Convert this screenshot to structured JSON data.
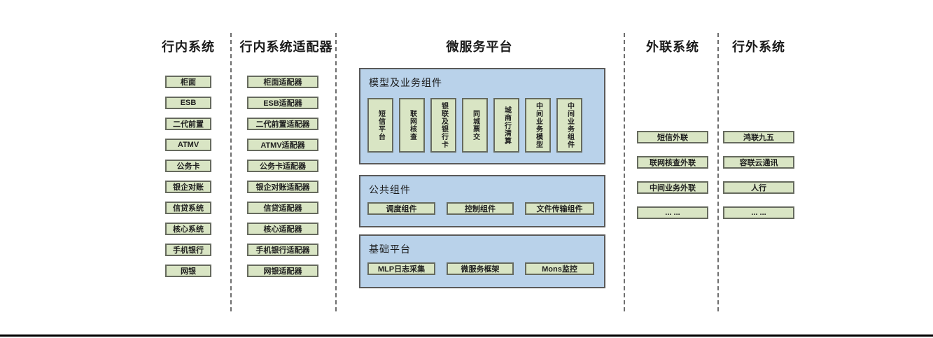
{
  "colors": {
    "panel_blue": "#b9d2ea",
    "box_green": "#d9e5c4",
    "box_border": "#666a5e",
    "panel_border": "#5a5a5a",
    "divider_gray": "#6e6e6e",
    "baseline_black": "#000000"
  },
  "columns": {
    "internal_systems": {
      "header": "行内系统",
      "items": [
        "柜面",
        "ESB",
        "二代前置",
        "ATMV",
        "公务卡",
        "银企对账",
        "信贷系统",
        "核心系统",
        "手机银行",
        "网银"
      ]
    },
    "internal_adapters": {
      "header": "行内系统适配器",
      "items": [
        "柜面适配器",
        "ESB适配器",
        "二代前置适配器",
        "ATMV适配器",
        "公务卡适配器",
        "银企对账适配器",
        "信贷适配器",
        "核心适配器",
        "手机银行适配器",
        "网银适配器"
      ]
    },
    "microservice_platform": {
      "header": "微服务平台",
      "panels": {
        "model_business": {
          "label": "模型及业务组件",
          "items": [
            "短信平台",
            "联网核查",
            "银联及银行卡",
            "同城票交",
            "城商行清算",
            "中间业务模型",
            "中间业务组件"
          ]
        },
        "common_components": {
          "label": "公共组件",
          "items": [
            "调度组件",
            "控制组件",
            "文件传输组件"
          ]
        },
        "base_platform": {
          "label": "基础平台",
          "items": [
            "MLP日志采集",
            "微服务框架",
            "Mons监控"
          ]
        }
      }
    },
    "external_link_systems": {
      "header": "外联系统",
      "items": [
        "短信外联",
        "联网核查外联",
        "中间业务外联",
        "... ..."
      ]
    },
    "outside_systems": {
      "header": "行外系统",
      "items": [
        "鸿联九五",
        "容联云通讯",
        "人行",
        "... ..."
      ]
    }
  }
}
